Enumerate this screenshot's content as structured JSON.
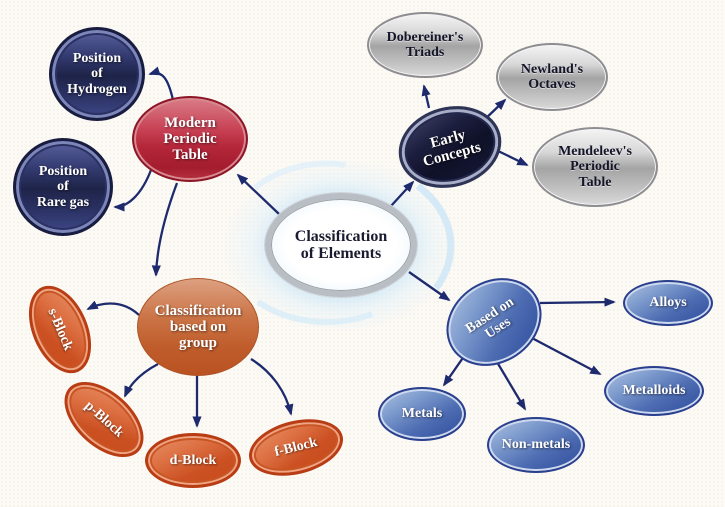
{
  "diagram_title": "Classification of Elements",
  "nodes": {
    "center": {
      "label": "Classification\nof Elements"
    },
    "modern": {
      "label": "Modern\nPeriodic\nTable"
    },
    "hydrogen": {
      "label": "Position\nof\nHydrogen"
    },
    "rare_gas": {
      "label": "Position\nof\nRare gas"
    },
    "early": {
      "label": "Early\nConcepts"
    },
    "dobereiner": {
      "label": "Dobereiner's\nTriads"
    },
    "newland": {
      "label": "Newland's\nOctaves"
    },
    "mendeleev": {
      "label": "Mendeleev's\nPeriodic\nTable"
    },
    "group": {
      "label": "Classification\nbased on\ngroup"
    },
    "s_block": {
      "label": "s-Block"
    },
    "p_block": {
      "label": "p-Block"
    },
    "d_block": {
      "label": "d-Block"
    },
    "f_block": {
      "label": "f-Block"
    },
    "uses": {
      "label": "Based on\nUses"
    },
    "alloys": {
      "label": "Alloys"
    },
    "metalloids": {
      "label": "Metalloids"
    },
    "metals": {
      "label": "Metals"
    },
    "non_metals": {
      "label": "Non-metals"
    }
  },
  "edges": [
    "center->modern",
    "center->early",
    "center->uses",
    "modern->hydrogen",
    "modern->rare_gas",
    "modern->group",
    "early->dobereiner",
    "early->newland",
    "early->mendeleev",
    "group->s_block",
    "group->p_block",
    "group->d_block",
    "group->f_block",
    "uses->alloys",
    "uses->metalloids",
    "uses->metals",
    "uses->non_metals"
  ],
  "palette": {
    "background": "#fcfaf5",
    "arrow": "#1e2a6e",
    "navy_node": "#1e2448",
    "red_node": "#b42639",
    "dark_node": "#0f1128",
    "gray_node": "#bdbdbd",
    "orange_node": "#c05d2c",
    "block_node": "#cc5122",
    "blue_node": "#3a59a8",
    "center_glow": "#bfe0f5",
    "center_text": "#1b1b30"
  }
}
